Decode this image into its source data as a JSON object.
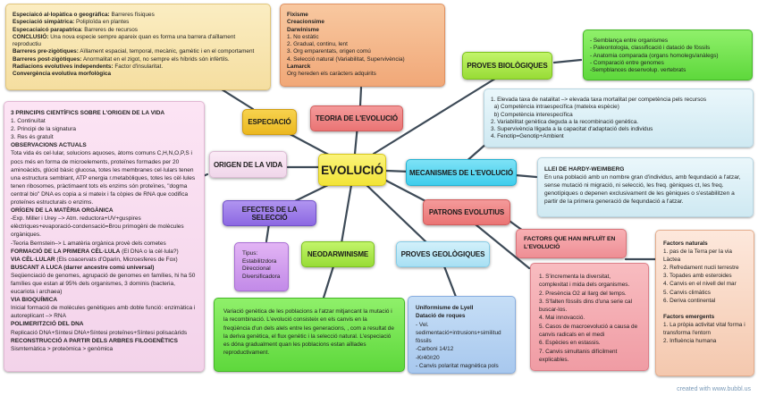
{
  "center": {
    "label": "EVOLUCIÓ",
    "color": "#f7ee4a"
  },
  "nodes": {
    "especiacio": {
      "label": "ESPECIACIÓ",
      "color": "#f2c230"
    },
    "teoria": {
      "label": "TEORIA DE L'EVOLUCIÓ",
      "color": "#ee7e7e"
    },
    "proves_biologiques": {
      "label": "PROVES BIOLÒGIQUES",
      "color": "#a6e34a"
    },
    "origen_vida": {
      "label": "ORIGEN DE LA VIDA",
      "color": "#f6dcef"
    },
    "mecanismes": {
      "label": "MECANISMES DE L'EVOLUCIÓ",
      "color": "#4fd2ef"
    },
    "efectes_seleccio": {
      "label": "EFECTES DE LA SELECCIÓ",
      "color": "#9b7be8"
    },
    "patrons": {
      "label": "PATRONS EVOLUTIUS",
      "color": "#ee7e7e"
    },
    "neodarwinisme": {
      "label": "NEODARWINISME",
      "color": "#a6e34a"
    },
    "proves_geologiques": {
      "label": "PROVES GEOLÒGIQUES",
      "color": "#b8e6f6"
    },
    "factors": {
      "label": "FACTORS QUE HAN INFLUÏT EN L'EVOLUCIÓ",
      "color": "#f09898"
    }
  },
  "notes": {
    "especiacio": [
      {
        "b": "Especiaicó al·lopàtica o geogràfica:",
        "t": " Barreres físiques"
      },
      {
        "b": "Especiació simpàtrica:",
        "t": " Poliploïda en plantes"
      },
      {
        "b": "Especaciaicó parapatrica",
        "t": ": Barreres de recursos"
      },
      {
        "b": "CONCLUSIÓ:",
        "t": " Una nova especie sempre apareix quan es forma una barrera d'aïllament reproductiu"
      },
      {
        "b": "Barreres pre-zigòtiques:",
        "t": " Aïllament espacial, temporal, mecànic, gamètic i en el comportament"
      },
      {
        "b": "Barreres post-zigòtiques:",
        "t": " Anormalitat en el zigot, no sempre els híbrids són infèrtils."
      },
      {
        "b": "Radiacions evolutives independents:",
        "t": " Factor d'insularitat."
      },
      {
        "b": "Convergència evolutiva morfològica",
        "t": ""
      }
    ],
    "teoria": [
      {
        "b": "Fixisme",
        "t": ""
      },
      {
        "b": "Creacionsime",
        "t": ""
      },
      {
        "b": "Darwinisme",
        "t": ""
      },
      {
        "b": "",
        "t": "1. No estàtic"
      },
      {
        "b": "",
        "t": "2. Gradual, continu, lent"
      },
      {
        "b": "",
        "t": "3. Org emparentats, origen comú"
      },
      {
        "b": "",
        "t": "4. Selecció natural (Variabilitat, Supervivència)"
      },
      {
        "b": "Lamarck",
        "t": ""
      },
      {
        "b": "",
        "t": "Org hereden els caràcters adquirits"
      }
    ],
    "proves_biologiques": [
      {
        "b": "",
        "t": "- Semblança entre organismes"
      },
      {
        "b": "",
        "t": "- Paleontologia, classificació i datació de fòssils"
      },
      {
        "b": "",
        "t": "- Anatomia comparada (organs homolegs/anàlegs)"
      },
      {
        "b": "",
        "t": "- Comparació entre genomes"
      },
      {
        "b": "",
        "t": "-Sempblances desenvolup. vertebrats"
      }
    ],
    "mecanismes": [
      {
        "b": "",
        "t": "1. Elevada taxa de natalitat –> elevada taxa mortalitat per competència pels recursos"
      },
      {
        "b": "",
        "t": "  a) Competència intraespecífica (mateixa espècie)"
      },
      {
        "b": "",
        "t": "  b) Competència interespecífica"
      },
      {
        "b": "",
        "t": "2. Variabilitat genètica deguda a la recombinació genètica."
      },
      {
        "b": "",
        "t": "3. Supervivència lligada a la capacitat d'adaptació dels individus"
      },
      {
        "b": "",
        "t": "4. Fenotip=Genotip+Ambient"
      }
    ],
    "hardy": [
      {
        "b": "LLEI DE HARDY-WEIMBERG",
        "t": ""
      },
      {
        "b": "",
        "t": "En una població amb un nombre gran d'individus, amb fequndació a l'atzar, sense mutació ni migració, ni selecció, les freq. gèniques ct, les freq. genotípiques o depenen exclusivament de les gèniques o s'estabilitzen a partir de la primera generació de fequndació a l'atzar."
      }
    ],
    "origen_vida": [
      {
        "b": "3 PRINCIPIS CIENTÍFICS SOBRE L'ORIGEN DE LA VIDA",
        "t": ""
      },
      {
        "b": "",
        "t": "1. Continuïtat"
      },
      {
        "b": "",
        "t": "2. Principi de la signatura"
      },
      {
        "b": "",
        "t": "3. Res és gratuït"
      },
      {
        "b": "OBSERVACIONS ACTUALS",
        "t": ""
      },
      {
        "b": "",
        "t": "Tota vida és cel·lular, solucions aquoses, àtoms comuns C,H,N,O,P,S i pocs més en forma de microelements, proteïnes formades per 20 aminoàcids, glúcid bàsic glucosa, totes les membranes cel·lulars tenen una estructura semblant, ATP energia r.metabòliques, totes les cèl·lules tenen ribosomes, pràctimaent tots els enzims són proteïnes, \"dogma central bio\" DNA es copia a si mateix i fa còpies de RNA que codifica proteïnes estructurals o enzims."
      },
      {
        "b": "ORÍGEN DE LA MATÈRIA ORGÀNICA",
        "t": ""
      },
      {
        "b": "",
        "t": "-Exp. Miller i Urey –> Atm. reductora+UV+guspires elèctriques+evaporació-condensació=Brou primogèni de molècules orgàniques."
      },
      {
        "b": "",
        "t": "-Teoria Bernstein–> L amatèria orgànica provè dels cometes"
      },
      {
        "b": "FORMACIÓ DE LA PRIMERA CÈL·LULA",
        "t": " (El DNA o la cèl·lula?)"
      },
      {
        "b": "VIA CÈL·LULAR",
        "t": " (Els coacervats d'Oparin, Microesferes de Fox)"
      },
      {
        "b": "BUSCANT A LUCA (darrer ancestre comú universal)",
        "t": ""
      },
      {
        "b": "",
        "t": "Seqüenciació de genomes, agrupació de genomes en famílies, hi ha 50 famílies que estan al 95% dels organismes, 3 dominis (bacteria, eucariota i archaea)"
      },
      {
        "b": "VIA BIOQUÍMICA",
        "t": ""
      },
      {
        "b": "",
        "t": "Inicial formació de molècules genètiques amb doble funció: enzimàtica i autoreplicant –> RNA"
      },
      {
        "b": "POLIMERITZCIÓ DEL DNA",
        "t": ""
      },
      {
        "b": "",
        "t": "Replicació DNA+Síntesi DNA+Síntesi proteïnes+Síntesi polisacàrids"
      },
      {
        "b": "RECONSTRUCCIÓ A PARTIR DELS ARBRES FILOGENÈTICS",
        "t": ""
      },
      {
        "b": "",
        "t": "Sismtemàtica > proteòmica > genòmica"
      }
    ],
    "efectes_seleccio": [
      {
        "b": "",
        "t": "Tipus:"
      },
      {
        "b": "",
        "t": "Estabilitzdora"
      },
      {
        "b": "",
        "t": "Direccional"
      },
      {
        "b": "",
        "t": "Diversificadora"
      }
    ],
    "neodarwinisme": [
      {
        "b": "",
        "t": "Variació genètica de les poblacions a l'atzar mitjancant la mutació i la recombinació. L'evolució consisteix en els canvis en la freqüència d'un dels alels entre les generacions, , com a resultat de la deriva genètica, el flux genètic i la selecció natural. L'especiació es dóna gradualment quan les poblacions estan aïllades reproductivament."
      }
    ],
    "proves_geologiques": [
      {
        "b": "Uniformisme de Lyell",
        "t": ""
      },
      {
        "b": "Datació de roques",
        "t": ""
      },
      {
        "b": "",
        "t": "- Vel. sedimentació+intrusions+similitud fòssils"
      },
      {
        "b": "",
        "t": "-Carboni 14/12"
      },
      {
        "b": "",
        "t": "-Kr40/r20"
      },
      {
        "b": "",
        "t": "- Canvis polaritat magnètica pols"
      }
    ],
    "patrons": [
      {
        "b": "",
        "t": "1. S'incrementa la diversitat, complexitat i mida dels organismes."
      },
      {
        "b": "",
        "t": "2. Presència O2 al llarg del temps."
      },
      {
        "b": "",
        "t": "3. S'falten fòssils dins d'una serie cal buscar-los."
      },
      {
        "b": "",
        "t": "4. Mai innovacció."
      },
      {
        "b": "",
        "t": "5. Casos de macroevolució a causa de canvis radicals en el medi"
      },
      {
        "b": "",
        "t": "6. Espècies en estassis."
      },
      {
        "b": "",
        "t": "7. Canvis simultanis difícilment explicables."
      }
    ],
    "factors": [
      {
        "b": "Factors naturals",
        "t": ""
      },
      {
        "b": "",
        "t": "1. pas de la Terra per la via Làctea"
      },
      {
        "b": "",
        "t": "2. Refredament nucli terrestre"
      },
      {
        "b": "",
        "t": "3. Topades amb esteroides"
      },
      {
        "b": "",
        "t": "4. Canvis en el nivell del mar"
      },
      {
        "b": "",
        "t": "5. Canvis climàtics"
      },
      {
        "b": "",
        "t": "6. Deriva continental"
      },
      {
        "b": "",
        "t": " "
      },
      {
        "b": "Factors emergents",
        "t": ""
      },
      {
        "b": "",
        "t": "1. La pròpia activitat vital forma i transforma l'entorn"
      },
      {
        "b": "",
        "t": "2. Influència humana"
      }
    ]
  },
  "credit": "created with www.bubbl.us"
}
